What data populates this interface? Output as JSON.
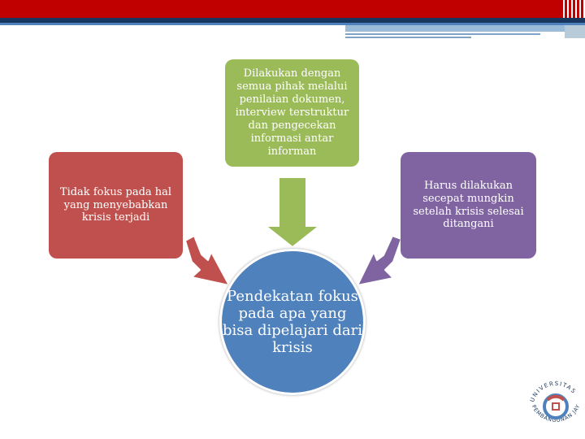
{
  "diagram": {
    "top_box": {
      "text": "Dilakukan dengan semua pihak melalui penilaian dokumen, interview terstruktur dan pengecekan informasi antar informan",
      "color": "#9bbb59"
    },
    "left_box": {
      "text": "Tidak fokus pada hal yang menyebabkan krisis terjadi",
      "color": "#c0504d"
    },
    "right_box": {
      "text": "Harus dilakukan secepat mungkin setelah krisis selesai ditangani",
      "color": "#8064a2"
    },
    "center": {
      "text": "Pendekatan fokus pada apa yang bisa dipelajari dari krisis",
      "color": "#4f81bd"
    }
  },
  "logo": {
    "text_upper": "UNIVERSITAS",
    "text_lower": "PEMBANGUNAN JAYA"
  },
  "colors": {
    "header_red": "#c00000",
    "header_navy": "#17375e",
    "arrow_green": "#9bbb59",
    "arrow_red": "#c0504d",
    "arrow_purple": "#8064a2"
  }
}
